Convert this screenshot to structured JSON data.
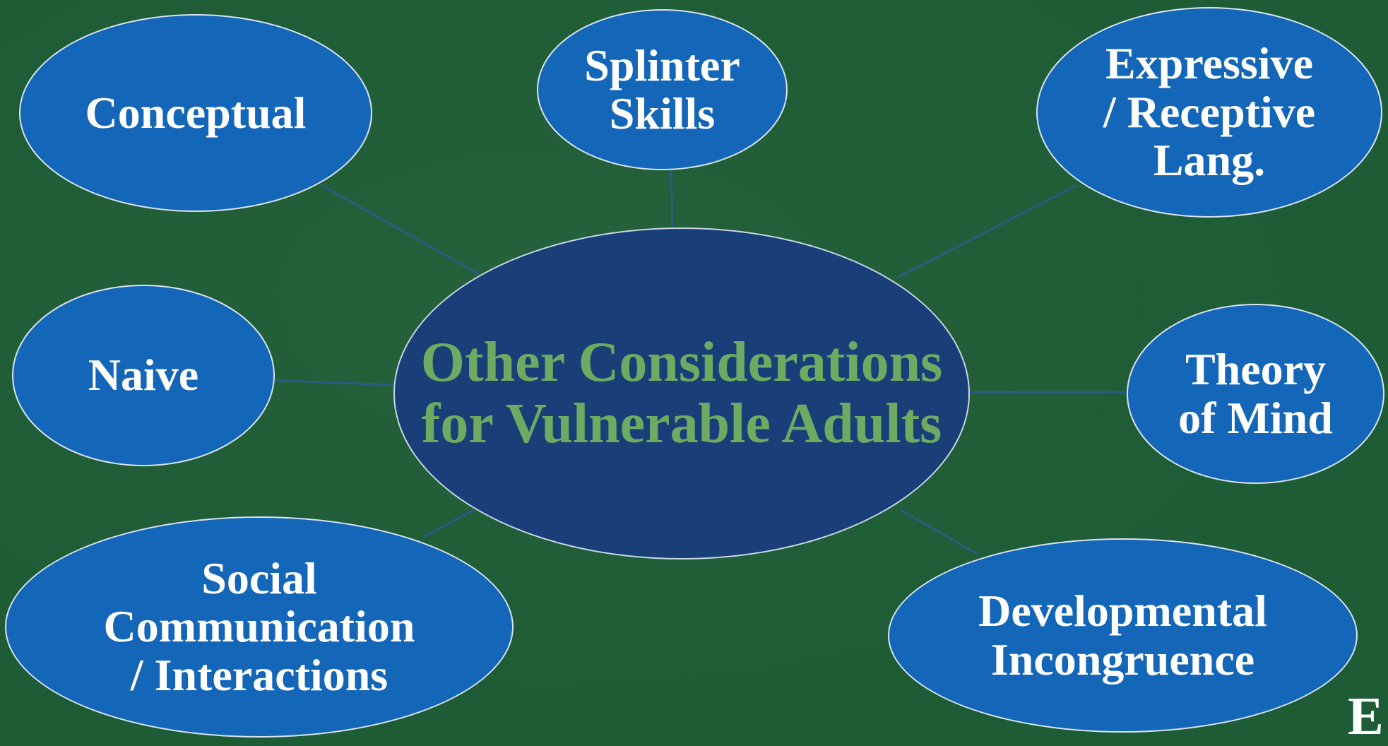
{
  "center": {
    "lines": [
      "Other",
      "Considerations",
      "for Vulnerable",
      "Adults"
    ]
  },
  "nodes": {
    "conceptual": {
      "lines": [
        "Conceptual"
      ]
    },
    "splinter_skills": {
      "lines": [
        "Splinter",
        "Skills"
      ]
    },
    "expressive_receptive": {
      "lines": [
        "Expressive",
        "/ Receptive",
        "Lang."
      ]
    },
    "naive": {
      "lines": [
        "Naive"
      ]
    },
    "theory_of_mind": {
      "lines": [
        "Theory",
        "of Mind"
      ]
    },
    "social_communication": {
      "lines": [
        "Social",
        "Communication",
        "/ Interactions"
      ]
    },
    "developmental_incongruence": {
      "lines": [
        "Developmental",
        "Incongruence"
      ]
    }
  },
  "corner_mark": "E",
  "colors": {
    "background": "#1e5c35",
    "center_fill": "#1a3f78",
    "center_text": "#6dab62",
    "node_fill": "#1466b8",
    "node_text": "#ffffff",
    "connector": "#2a5b86"
  }
}
